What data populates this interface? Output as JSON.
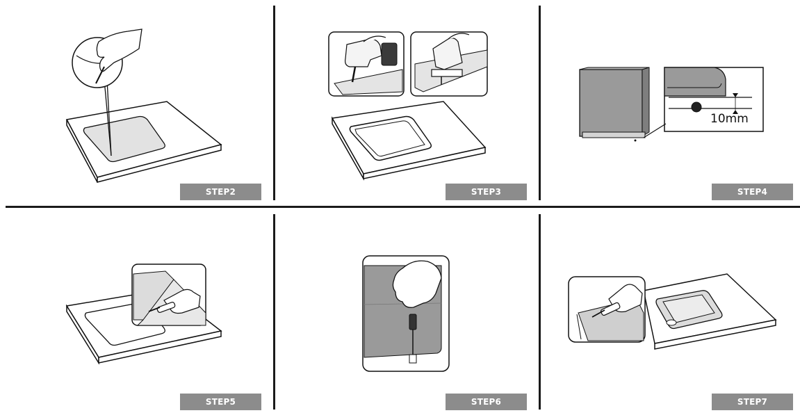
{
  "steps": [
    {
      "id": "step2",
      "label": "STEP2"
    },
    {
      "id": "step3",
      "label": "STEP3"
    },
    {
      "id": "step4",
      "label": "STEP4",
      "measurement": "10mm"
    },
    {
      "id": "step5",
      "label": "STEP5"
    },
    {
      "id": "step6",
      "label": "STEP6"
    },
    {
      "id": "step7",
      "label": "STEP7"
    }
  ],
  "colors": {
    "label_bg": "#8c8c8c",
    "label_text": "#ffffff",
    "divider": "#1a1a1a",
    "panel_gray": "#9a9a9a",
    "shadow_gray": "#d0d0d0"
  },
  "icons": [
    "hand-marking-icon",
    "drill-icon",
    "jigsaw-icon",
    "sink-block-icon",
    "hand-sealant-icon",
    "screwdriver-icon",
    "sink-basin-icon"
  ]
}
